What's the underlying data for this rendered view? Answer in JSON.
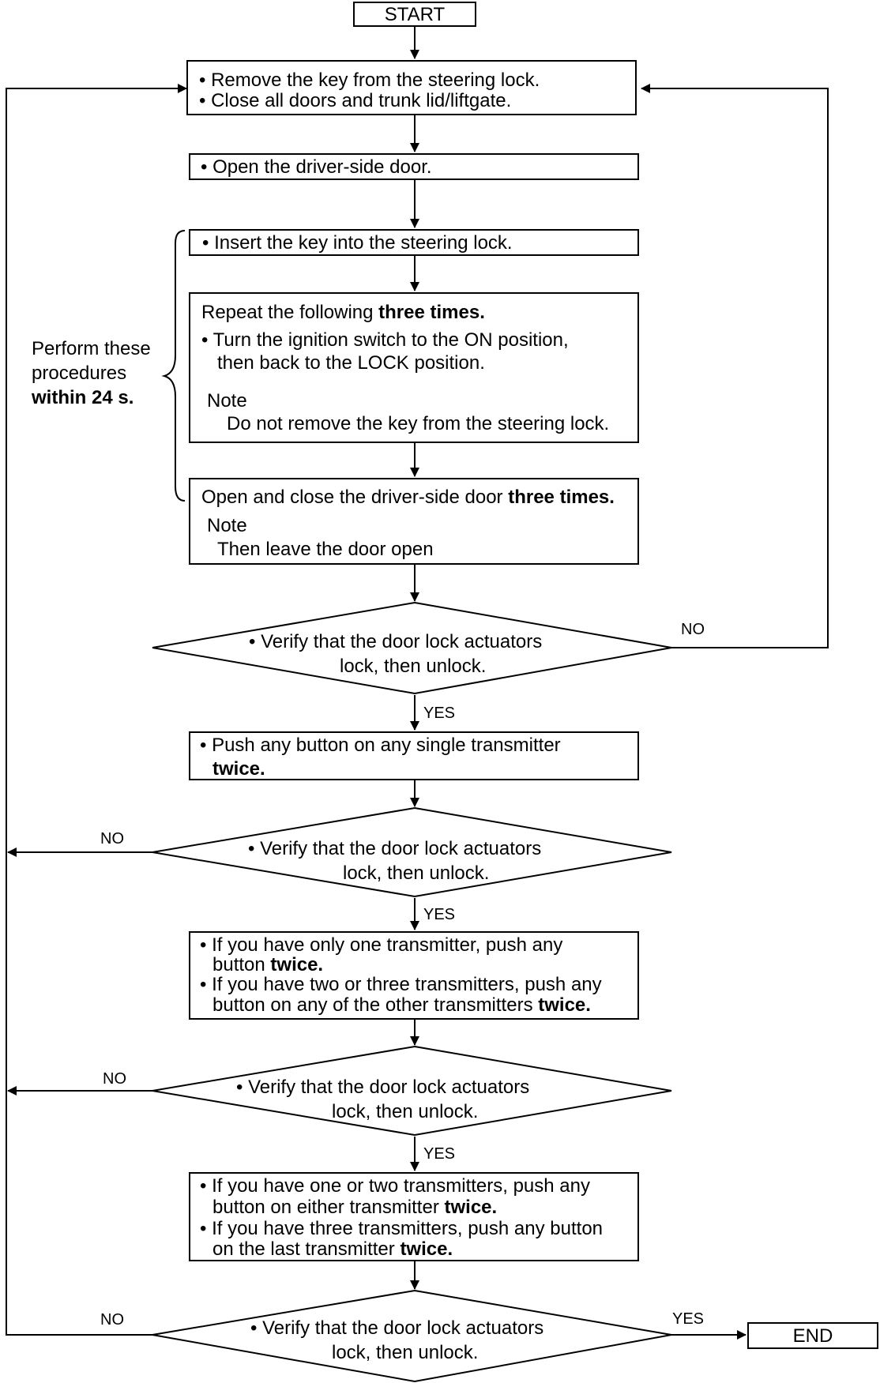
{
  "start": "START",
  "end": "END",
  "steps": {
    "s1_line1": "• Remove the key from  the steering lock.",
    "s1_line2": "• Close all doors and trunk lid/liftgate.",
    "s2": "• Open the driver-side door.",
    "s3": "• Insert the key into the steering lock.",
    "s4_intro": "Repeat the following ",
    "s4_intro_bold": "three times.",
    "s4_line2": "• Turn the ignition switch to the ON position,",
    "s4_line3": "then back to the LOCK position.",
    "s4_note_label": "Note",
    "s4_note": "Do not remove the key from the steering lock.",
    "s5_intro": "Open and close the driver-side door ",
    "s5_intro_bold": "three times.",
    "s5_note_label": "Note",
    "s5_note": "Then leave the door open",
    "s6_line1": "• Push any button on any single transmitter",
    "s6_line2_bold": "twice.",
    "s7_line1": "• If you have only one transmitter, push any",
    "s7_line2": "button ",
    "s7_line2_bold": "twice.",
    "s7_line3": "• If you have two or three transmitters, push any",
    "s7_line4": "button on any of the other transmitters ",
    "s7_line4_bold": "twice.",
    "s8_line1": "• If you have one or two transmitters, push any",
    "s8_line2": "button on either transmitter ",
    "s8_line2_bold": "twice.",
    "s8_line3": "• If you have three transmitters, push any button",
    "s8_line4": "on the last transmitter ",
    "s8_line4_bold": "twice."
  },
  "decisions": {
    "d1_line1": "• Verify that the door lock actuators",
    "d1_line2": "lock, then unlock.",
    "d2_line1": "• Verify that the door lock actuators",
    "d2_line2": "lock, then unlock.",
    "d3_line1": "• Verify that the door lock actuators",
    "d3_line2": "lock, then unlock.",
    "d4_line1": "• Verify that the door lock actuators",
    "d4_line2": "lock, then unlock."
  },
  "bracket": {
    "line1": "Perform these",
    "line2": "procedures",
    "line3": "within 24 s."
  },
  "labels": {
    "yes": "YES",
    "no": "NO"
  },
  "colors": {
    "line": "#000000",
    "background": "#ffffff"
  }
}
